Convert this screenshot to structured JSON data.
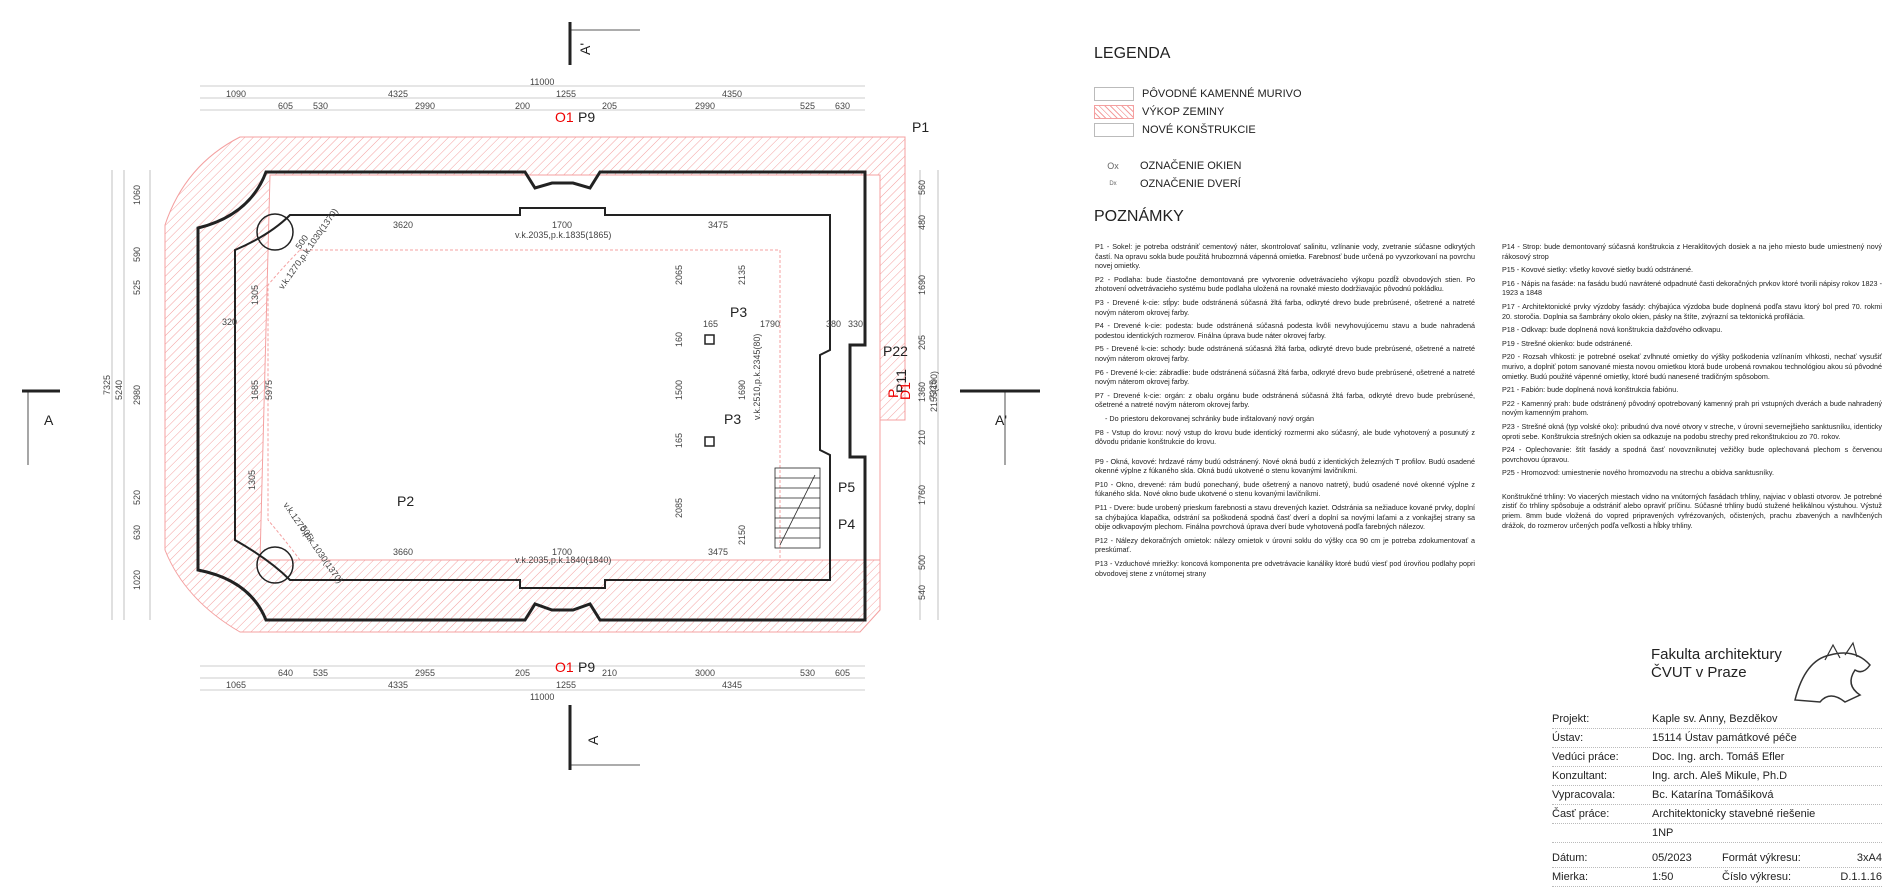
{
  "plan": {
    "section_marks": {
      "left": "A",
      "right": "A'",
      "top": "A'",
      "bottom": "A"
    },
    "labels": [
      "P1",
      "P2",
      "P3",
      "P3",
      "P4",
      "P5",
      "P22",
      "P11",
      "P9",
      "P9",
      "O1",
      "O1",
      "D1",
      "P"
    ],
    "dims_top_total": "11000",
    "dims_top_row1": [
      "1090",
      "4325",
      "1255",
      "4350"
    ],
    "dims_top_row2": [
      "605",
      "530",
      "2990",
      "200",
      "205",
      "2990",
      "525",
      "630"
    ],
    "dims_bottom_total": "11000",
    "dims_bottom_row1": [
      "1065",
      "4335",
      "1255",
      "4345"
    ],
    "dims_bottom_row2": [
      "640",
      "535",
      "2955",
      "205",
      "210",
      "3000",
      "530",
      "605"
    ],
    "dims_left_total": "7325",
    "dims_left_row": [
      "1060",
      "590",
      "525",
      "5240",
      "320",
      "1685",
      "5975",
      "2980",
      "1305",
      "520",
      "630",
      "1020"
    ],
    "dims_right_total": "7325",
    "dims_right_row": [
      "560",
      "480",
      "1690",
      "205",
      "1360",
      "2155(100)",
      "210",
      "1760",
      "500",
      "540"
    ],
    "interior_dims": [
      "3620",
      "3475",
      "1700",
      "3660",
      "3475",
      "1700",
      "2065",
      "2135",
      "165",
      "1790",
      "380",
      "330",
      "160",
      "1500",
      "1690",
      "165",
      "2085",
      "2150",
      "500",
      "505",
      "1305"
    ],
    "level_notes": [
      "v.k.2035,p.k.1835(1865)",
      "v.k.2035,p.k.1840(1840)",
      "v.k.1270,p.k.1030(1370)",
      "v.k.1270,p.k.1030(1370)",
      "v.k.2510,p.k.2345(80)"
    ]
  },
  "legend": {
    "title": "LEGENDA",
    "items": [
      "PÔVODNÉ KAMENNÉ MURIVO",
      "VÝKOP ZEMINY",
      "NOVÉ KONŠTRUKCIE"
    ],
    "window_symbol": "Ox",
    "window_label": "OZNAČENIE OKIEN",
    "door_symbol": "Dx",
    "door_label": "OZNAČENIE DVERÍ"
  },
  "notes": {
    "title": "POZNÁMKY",
    "col1": [
      "P1 - Sokel: je potreba odstrániť cementový náter, skontrolovať salinitu, vzlínanie vody, zvetranie súčasne odkrytých častí. Na opravu sokla bude použitá hrubozrnná vápenná omietka. Farebnosť bude určená po vyvzorkovaní na povrchu novej omietky.",
      "P2 - Podlaha: bude čiastočne demontovaná pre vytvorenie odvetrávacieho výkopu pozdĺž obvodových stien. Po zhotovení odvetrávacieho systému bude podlaha uložená na rovnaké miesto dodržiavajúc pôvodnú pokládku.",
      "P3 - Drevené k-cie: stĺpy: bude odstránená súčasná žltá farba, odkryté drevo bude prebrúsené, ošetrené a natreté novým náterom okrovej farby.",
      "P4 - Drevené k-cie: podesta: bude odstránená súčasná podesta kvôli nevyhovujúcemu stavu a bude nahradená podestou identických rozmerov. Finálna úprava bude náter okrovej farby.",
      "P5 - Drevené k-cie: schody: bude odstránená súčasná žltá farba, odkryté drevo bude prebrúsené, ošetrené a natreté novým náterom okrovej farby.",
      "P6 - Drevené k-cie: zábradlie: bude odstránená súčasná žltá farba, odkryté drevo bude prebrúsené, ošetrené a natreté novým náterom okrovej farby.",
      "P7 - Drevené k-cie: orgán: z obalu orgánu bude odstránená súčasná žltá farba, odkryté drevo bude prebrúsené, ošetrené a natreté novým náterom okrovej farby.",
      "- Do priestoru dekorovanej schránky bude inštalovaný nový orgán",
      "P8 - Vstup do krovu: nový vstup do krovu bude identický rozmermi ako súčasný, ale bude vyhotovený a posunutý z dôvodu pridanie konštrukcie do krovu.",
      "P9 - Okná, kovové: hrdzavé rámy budú odstránený. Nové okná budú z identických železných T profilov. Budú osadené okenné výplne z fúkaného skla. Okná budú ukotvené o stenu kovanými lavičníkmi.",
      "P10 - Okno, drevené: rám budú ponechaný, bude ošetrený a nanovo natretý, budú osadené nové okenné výplne z fúkaného skla. Nové okno bude ukotvené o stenu kovanými lavičníkmi.",
      "P11 - Dvere: bude urobený prieskum farebnosti a stavu drevených kaziet. Odstránia sa nežiaduce kované prvky, doplní sa chýbajúca klapačka, odstrání sa poškodená spodná časť dverí a doplní sa novými laťami a z vonkajšej strany sa obije odkvapovým plechom. Finálna povrchová úprava dverí bude vyhotovená podľa farebných nálezov.",
      "P12 - Nálezy dekoračných omietok: nálezy omietok v úrovni soklu do výšky cca 90 cm je potreba zdokumentovať a preskúmať.",
      "P13 - Vzduchové mriežky: koncová komponenta pre odvetrávacie kanáliky ktoré budú viesť pod úrovňou podlahy popri obvodovej stene z vnútornej strany"
    ],
    "col2": [
      "P14 - Strop: bude demontovaný súčasná konštrukcia z Heraklitových dosiek a na jeho miesto bude umiestnený nový rákosový strop",
      "P15 - Kovové sietky: všetky kovové sietky budú odstránené.",
      "P16 - Nápis na fasáde: na fasádu budú navrátené odpadnuté časti dekoračných prvkov ktoré tvorili nápisy rokov 1823 - 1923 a 1848",
      "P17 - Architektonické prvky výzdoby fasády: chýbajúca výzdoba bude doplnená podľa stavu ktorý bol pred 70. rokmi 20. storočia. Doplnia sa šambrány okolo okien, pásky na štíte, zvýrazní sa tektonická profilácia.",
      "P18 - Odkvap: bude doplnená nová konštrukcia dažďového odkvapu.",
      "P19 - Strešné okienko: bude odstránené.",
      "P20 - Rozsah vlhkosti: je potrebné osekať zvlhnuté omietky do výšky poškodenia vzlínaním vlhkosti, nechať vysušiť murivo, a doplniť potom sanované miesta novou omietkou ktorá bude urobená rovnakou technológiou akou sú pôvodné omietky. Budú použité vápenné omietky, ktoré budú nanesené tradičným spôsobom.",
      "P21 - Fabión: bude doplnená nová konštrukcia fabiónu.",
      "P22 - Kamenný prah: bude odstránený pôvodný opotrebovaný kamenný prah pri vstupných dverách a bude nahradený novým kamenným prahom.",
      "P23 - Strešné okná (typ volské oko): pribudnú dva nové otvory v streche, v úrovni severnejšieho sanktusníku, identicky oproti sebe. Konštrukcia strešných okien sa odkazuje na podobu strechy pred rekonštrukciou zo 70. rokov.",
      "P24 - Oplechovanie: štít fasády a spodná časť novovzniknutej vežičky bude oplechovaná plechom s červenou povrchovou úpravou.",
      "P25 - Hromozvod: umiestnenie nového hromozvodu na strechu a obidva sanktusníky.",
      "Konštrukčné trhliny: Vo viacerých miestach vidno na vnútorných fasádach trhliny, najviac v oblasti otvorov. Je potrebné zistiť čo trhliny spôsobuje a odstrániť alebo opraviť príčinu. Súčasné trhliny budú stužené helikálnou výstuhou. Výstuž priem. 8mm bude vložená do vopred pripravených vyfrézovaných, očistených, prachu zbavených a navlhčených drážok, do rozmerov určených podľa veľkosti a hĺbky trhliny."
    ]
  },
  "title_block": {
    "school_line1": "Fakulta architektury",
    "school_line2": "ČVUT v Praze",
    "rows": [
      {
        "k": "Projekt:",
        "v": "Kaple sv. Anny, Bezděkov"
      },
      {
        "k": "Ústav:",
        "v": "15114 Ústav památkové péče"
      },
      {
        "k": "Vedúci práce:",
        "v": "Doc. Ing. arch. Tomáš Efler"
      },
      {
        "k": "Konzultant:",
        "v": "Ing. arch. Aleš Mikule, Ph.D"
      },
      {
        "k": "Vypracovala:",
        "v": "Bc. Katarína Tomášiková"
      },
      {
        "k": "Časť práce:",
        "v": "Architektonicky stavebné riešenie"
      },
      {
        "k": "",
        "v": "1NP"
      }
    ],
    "date_label": "Dátum:",
    "date": "05/2023",
    "format_label": "Formát výkresu:",
    "format": "3xA4",
    "scale_label": "Mierka:",
    "scale": "1:50",
    "sheet_label": "Číslo výkresu:",
    "sheet": "D.1.1.16"
  },
  "colors": {
    "ink": "#222222",
    "red": "#e00000",
    "hatch": "#f4a0a0"
  }
}
